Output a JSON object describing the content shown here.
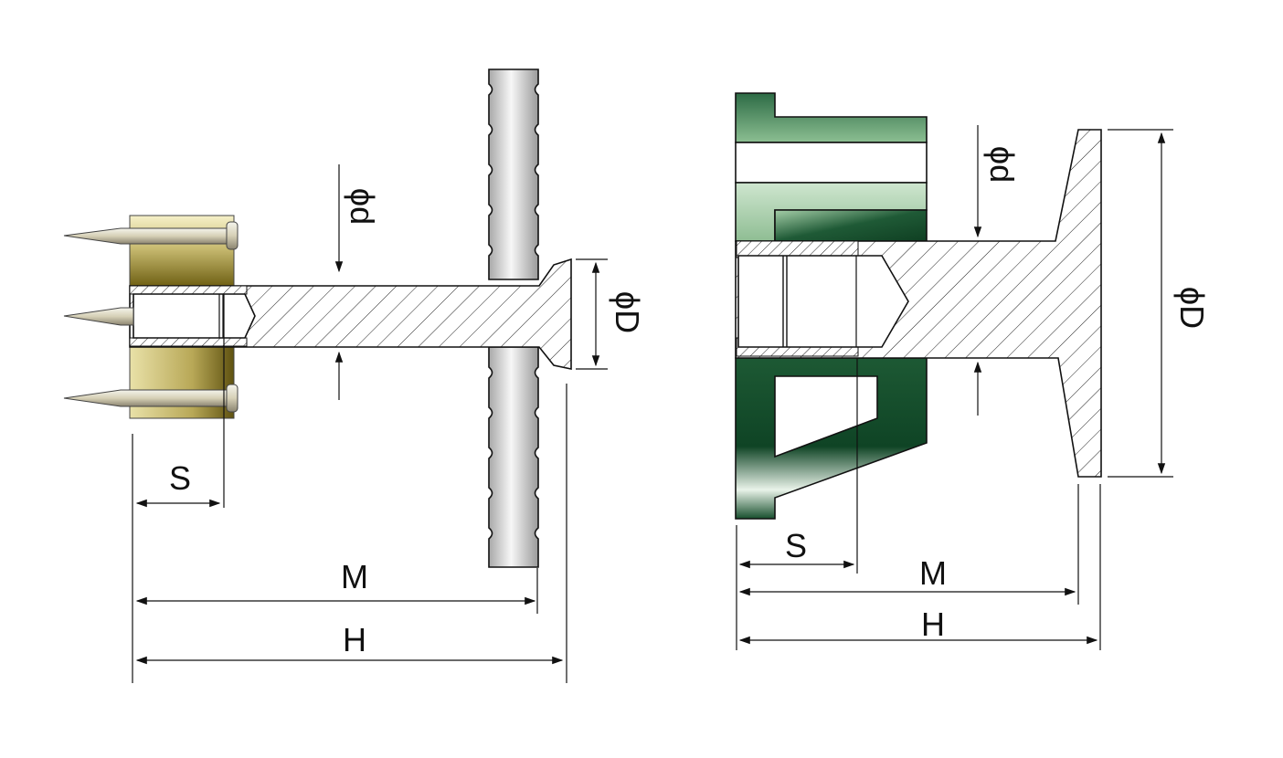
{
  "diagrams": [
    {
      "labels": {
        "s": "S",
        "m": "M",
        "h": "H",
        "small_d": "ϕd",
        "large_d": "ϕD"
      },
      "colors": {
        "sleeve": "#c8c090",
        "rebar": "#d8d8d8"
      }
    },
    {
      "labels": {
        "s": "S",
        "m": "M",
        "h": "H",
        "small_d": "ϕd",
        "large_d": "ϕD"
      },
      "colors": {
        "body": "#2f6f45",
        "light": "#bcd8bd"
      }
    }
  ]
}
